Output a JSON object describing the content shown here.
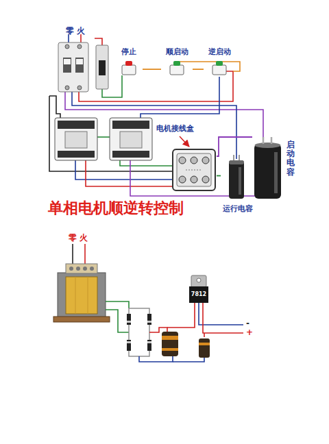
{
  "diagram": {
    "title": "单相电机顺逆转控制",
    "nodes": [
      {
        "text": [
          "停止"
        ]
      },
      {
        "text": [
          "顺启动"
        ]
      },
      {
        "text": [
          "逆启动"
        ]
      },
      {
        "text": [
          "电机接线盒"
        ]
      },
      {
        "text": [
          "启动电容"
        ]
      },
      {
        "text": [
          "运行电容"
        ]
      },
      {
        "text": [
          "7812"
        ]
      }
    ],
    "edges": [
      {
        "from": 0,
        "to": 1,
        "arrow": "none"
      },
      {
        "from": 1,
        "to": 2,
        "arrow": "none"
      },
      {
        "from": 3,
        "to": 4,
        "arrow": "none"
      },
      {
        "from": 3,
        "to": 5,
        "arrow": "none"
      }
    ],
    "labels": [
      "零 火",
      "零 火",
      "-",
      "+"
    ]
  }
}
